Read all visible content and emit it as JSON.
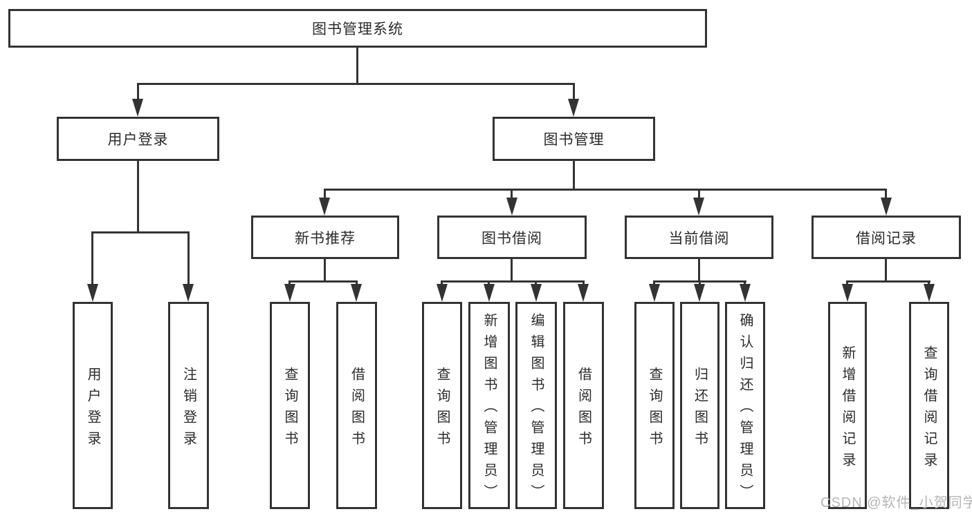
{
  "nodes": {
    "root": "图书管理系统",
    "user_login": "用户登录",
    "book_management": "图书管理",
    "new_book_recommend": "新书推荐",
    "book_borrow": "图书借阅",
    "current_borrow": "当前借阅",
    "borrow_records": "借阅记录",
    "leaf_user_login": "用户登录",
    "leaf_logout": "注销登录",
    "leaf_query_book_a": "查询图书",
    "leaf_borrow_book_a": "借阅图书",
    "leaf_query_book_b": "查询图书",
    "leaf_add_book_admin": "新增图书（管理员）",
    "leaf_edit_book_admin": "编辑图书（管理员）",
    "leaf_borrow_book_b": "借阅图书",
    "leaf_query_book_c": "查询图书",
    "leaf_return_book": "归还图书",
    "leaf_confirm_return_admin": "确认归还（管理员）",
    "leaf_add_borrow_record": "新增借阅记录",
    "leaf_query_borrow_record": "查询借阅记录"
  },
  "watermark": "CSDN @软件_小贺同学",
  "colors": {
    "line": "#333333",
    "box_border": "#333333",
    "text": "#2b2b2b",
    "watermark": "#b5b5b5",
    "background": "#ffffff"
  }
}
